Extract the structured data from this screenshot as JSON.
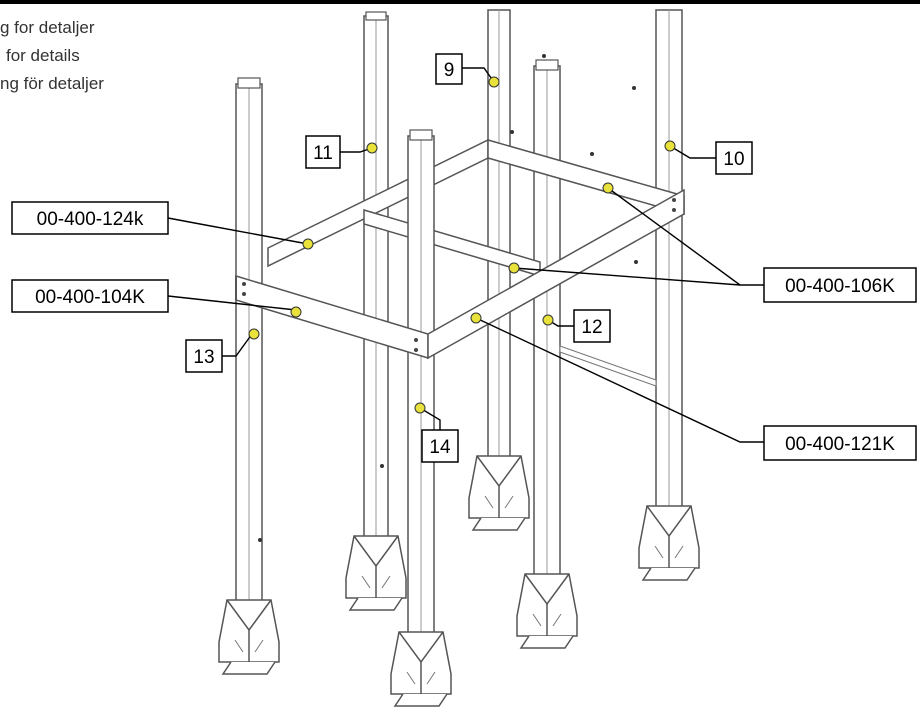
{
  "notes": [
    "g for detaljer",
    "for details",
    "ng för detaljer"
  ],
  "callouts": {
    "n9": "9",
    "n10": "10",
    "n11": "11",
    "n12": "12",
    "n13": "13",
    "n14": "14",
    "p124": "00-400-124k",
    "p104": "00-400-104K",
    "p106": "00-400-106K",
    "p121": "00-400-121K"
  },
  "colors": {
    "marker": "#e8e23a",
    "line": "#000000",
    "part_stroke": "#555555",
    "part_fill": "#ffffff"
  }
}
